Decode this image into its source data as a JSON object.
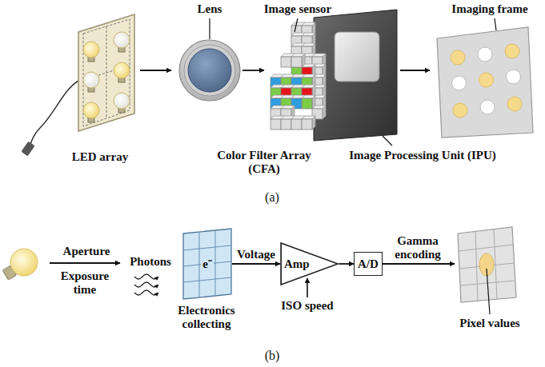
{
  "diagram": {
    "nodes": [
      {
        "text": [
          "e⁻"
        ]
      },
      {
        "text": [
          "Amp"
        ]
      },
      {
        "text": [
          "A/D"
        ]
      }
    ],
    "edges": [
      {
        "from": 0,
        "to": 1,
        "label": "Voltage",
        "arrow": "to"
      },
      {
        "from": 1,
        "to": 2,
        "arrow": "to"
      }
    ],
    "labels": [
      "LED array",
      "Lens",
      "Image sensor",
      "Color Filter Array (CFA)",
      "Image Processing Unit (IPU)",
      "Imaging frame",
      "(a)",
      "Aperture",
      "Exposure time",
      "Photons",
      "Electronics collecting",
      "ISO speed",
      "Gamma encoding",
      "Pixel values",
      "(b)"
    ]
  }
}
